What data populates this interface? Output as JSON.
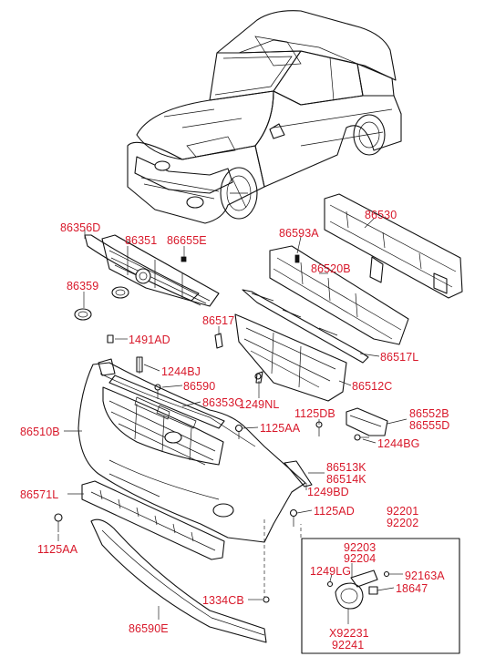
{
  "labels": {
    "p86356D": "86356D",
    "p86351": "86351",
    "p86655E": "86655E",
    "p86359": "86359",
    "p86530": "86530",
    "p86593A": "86593A",
    "p86520B": "86520B",
    "p86517": "86517",
    "p1491AD": "1491AD",
    "p1244BJ": "1244BJ",
    "p86590": "86590",
    "p86353C": "86353C",
    "p86510B": "86510B",
    "p86517L": "86517L",
    "p86512C": "86512C",
    "p1249NL": "1249NL",
    "p1125DB": "1125DB",
    "p1125AA_top": "1125AA",
    "p86552B": "86552B",
    "p86555D": "86555D",
    "p1244BG": "1244BG",
    "p86513K": "86513K",
    "p86514K": "86514K",
    "p1249BD": "1249BD",
    "p86571L": "86571L",
    "p1125AD": "1125AD",
    "p92201": "92201",
    "p92202": "92202",
    "p1125AA_left": "1125AA",
    "p92203": "92203",
    "p92204": "92204",
    "p1249LG": "1249LG",
    "p92163A": "92163A",
    "p18647": "18647",
    "p1334CB": "1334CB",
    "p86590E": "86590E",
    "pX92231": "X92231",
    "p92241": "92241"
  },
  "colors": {
    "label": "#d8182a",
    "line": "#111111",
    "background": "#ffffff"
  }
}
